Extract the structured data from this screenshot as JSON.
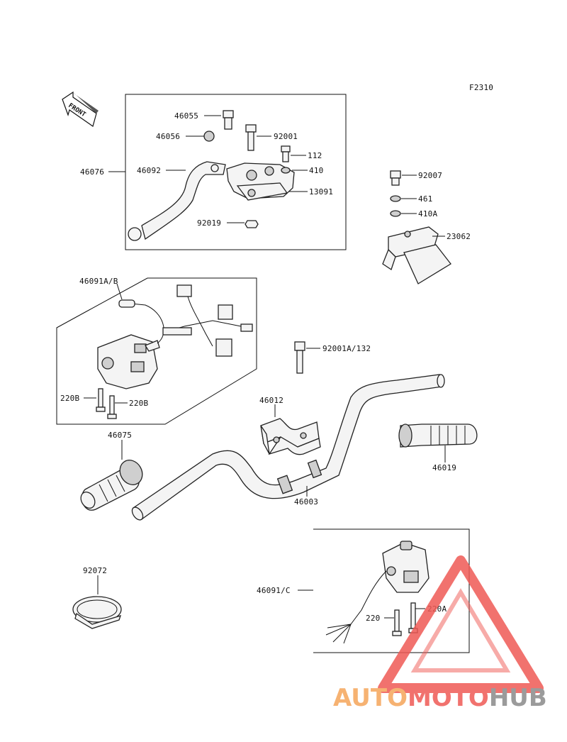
{
  "figure_code": "F2310",
  "front_arrow_text": "FRONT",
  "callouts": {
    "c46055": "46055",
    "c46056": "46056",
    "c92001": "92001",
    "c112": "112",
    "c46076": "46076",
    "c46092": "46092",
    "c410": "410",
    "c13091": "13091",
    "c92019": "92019",
    "c92007": "92007",
    "c461": "461",
    "c410A": "410A",
    "c23062": "23062",
    "c46091AB": "46091A/B",
    "c92001A132": "92001A/132",
    "c220B_left": "220B",
    "c220B_right": "220B",
    "c46012": "46012",
    "c46075": "46075",
    "c46019": "46019",
    "c46003": "46003",
    "c92072": "92072",
    "c46091C": "46091/C",
    "c220": "220",
    "c220A": "220A"
  },
  "watermark": {
    "part1": "AUTO",
    "part2": "MOTO",
    "part3": "HUB",
    "color_orange": "#f5a55a",
    "color_red": "#ef5a55",
    "color_gray": "#8a8a8a"
  }
}
